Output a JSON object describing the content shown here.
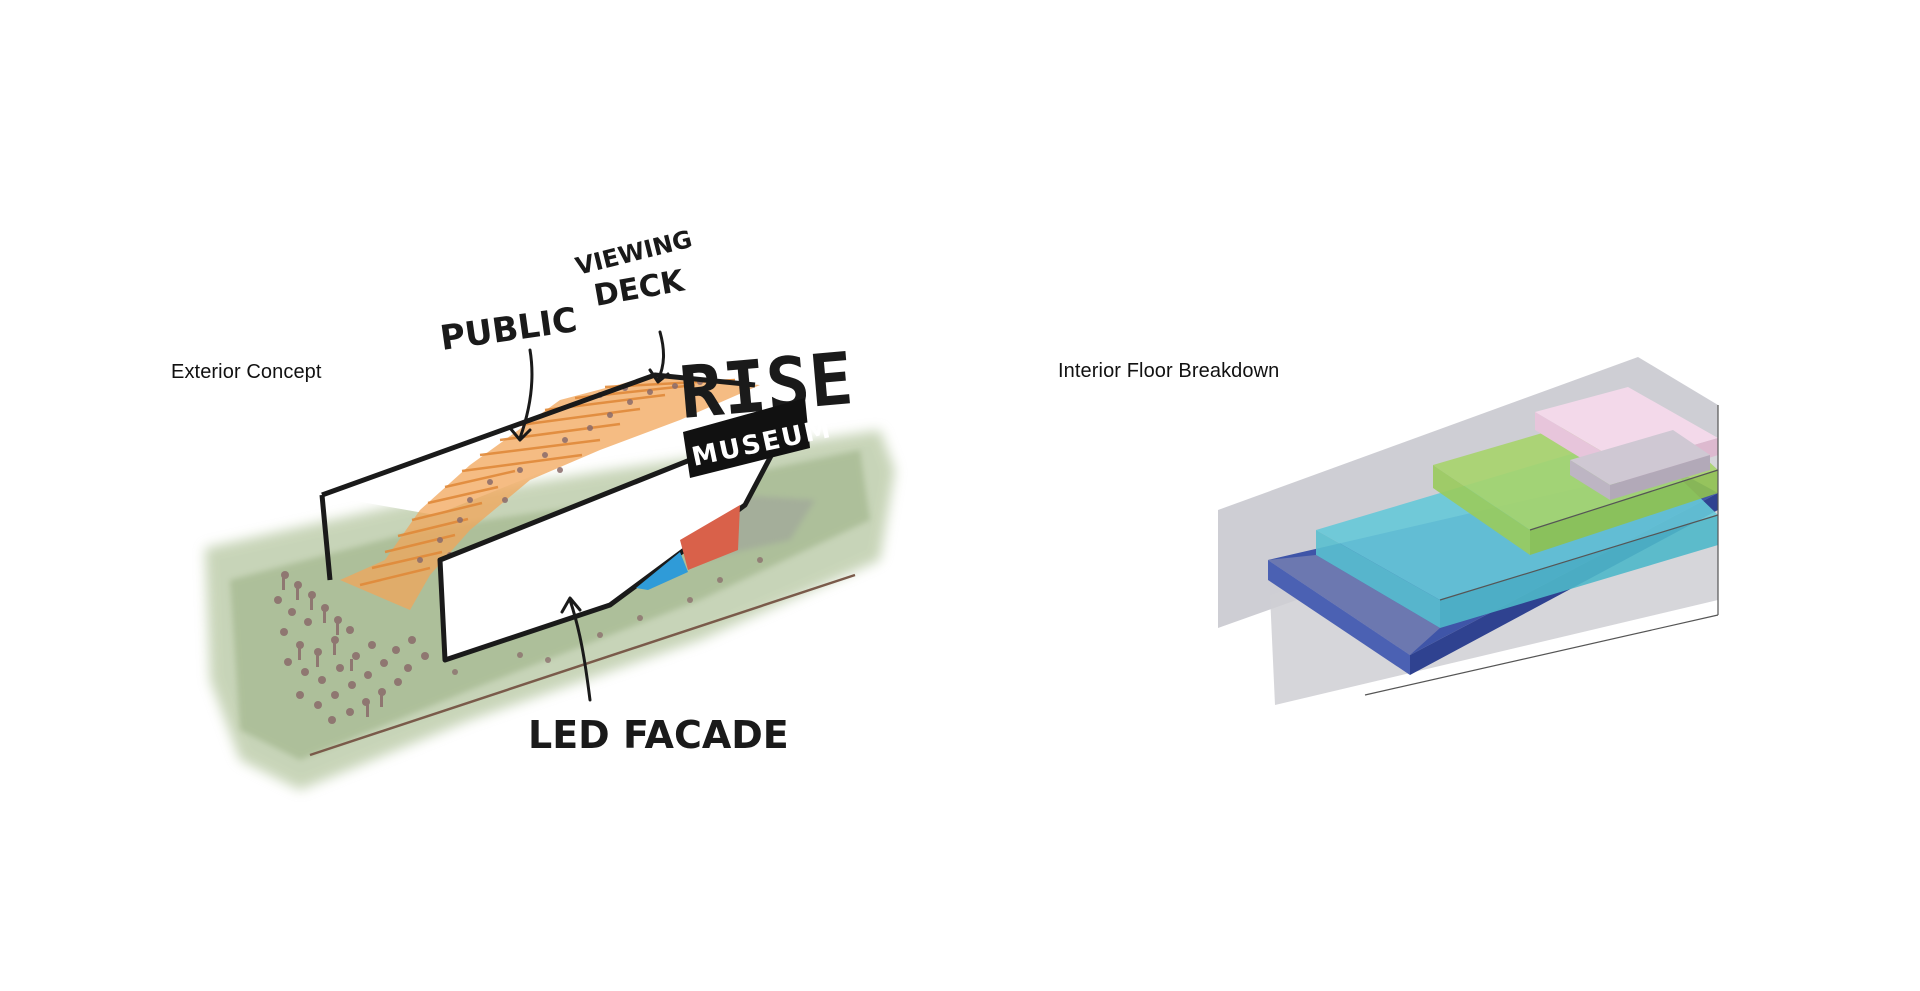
{
  "panels": {
    "exterior": {
      "title": "Exterior Concept",
      "annotations": {
        "public": "PUBLIC",
        "viewing_deck_line1": "VIEWING",
        "viewing_deck_line2": "DECK",
        "led_facade": "LED FACADE"
      },
      "logo": {
        "word": "RISE",
        "subword": "MUSEUM"
      },
      "colors": {
        "grass": "#9bb27f",
        "stairs": "#f2a65a",
        "facade_red": "#d9614a",
        "facade_blue": "#2f9bd8",
        "outline": "#1a1a1a"
      }
    },
    "interior": {
      "title": "Interior Floor Breakdown",
      "colors": {
        "backdrop": "#c9c9cf",
        "level_1": "#3f55a8",
        "level_2": "#66c9d8",
        "level_3": "#a7d46b",
        "level_4": "#f3d9ea",
        "level_4_inner": "#cfc8d3"
      }
    }
  }
}
